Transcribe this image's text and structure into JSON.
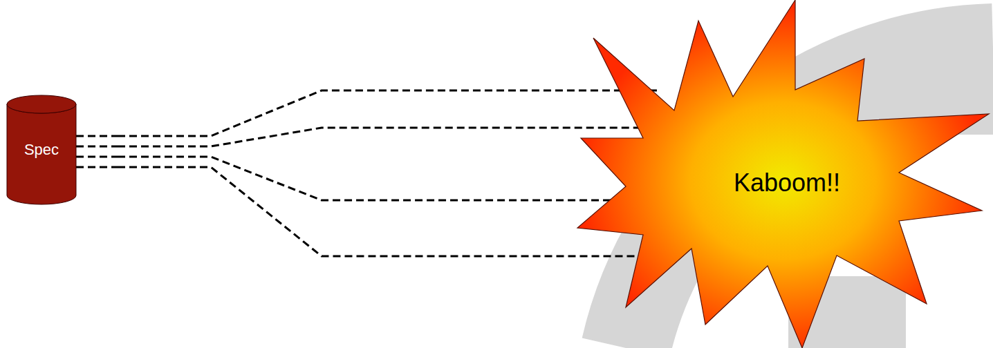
{
  "diagram": {
    "nodes": [
      {
        "text": [
          "Spec"
        ]
      },
      {
        "text": [
          "Kaboom!!"
        ]
      }
    ],
    "edges": [
      {
        "from": 0,
        "to": 1,
        "arrow": "none"
      },
      {
        "from": 0,
        "to": 1,
        "arrow": "none"
      },
      {
        "from": 0,
        "to": 1,
        "arrow": "none"
      },
      {
        "from": 0,
        "to": 1,
        "arrow": "none"
      }
    ]
  }
}
